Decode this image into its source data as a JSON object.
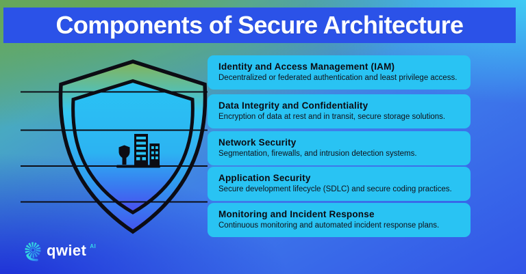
{
  "header": {
    "title": "Components of Secure Architecture"
  },
  "components": [
    {
      "title": "Identity and Access Management (IAM)",
      "description": "Decentralized or federated authentication and least privilege access."
    },
    {
      "title": "Data Integrity and Confidentiality",
      "description": "Encryption of data at rest and in transit, secure storage solutions."
    },
    {
      "title": "Network Security",
      "description": "Segmentation, firewalls, and intrusion detection systems."
    },
    {
      "title": "Application Security",
      "description": "Secure development lifecycle (SDLC) and secure coding practices."
    },
    {
      "title": "Monitoring and Incident Response",
      "description": "Continuous monitoring and automated incident response plans."
    }
  ],
  "logo": {
    "brand": "qwiet",
    "suffix": "AI"
  },
  "icons": {
    "shield": "shield-outline-icon",
    "building": "secure-buildings-icon",
    "spiral": "qwiet-spiral-icon"
  },
  "colors": {
    "header_bg": "#2B52E8",
    "card_bg": "#29C3F3",
    "ink": "#0C0C14",
    "accent_cyan": "#35D8E8",
    "gradient_green": "#66A75C",
    "gradient_cyan": "#40CEF5",
    "gradient_blue": "#3255E8",
    "deep_blue": "#1822D6"
  }
}
